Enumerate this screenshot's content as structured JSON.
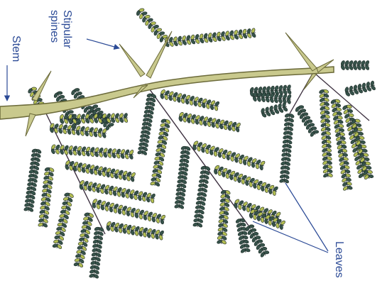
{
  "labels": {
    "stem": "Stem",
    "stipular_spines_line1": "Stipular",
    "stipular_spines_line2": "spines",
    "leaves": "Leaves"
  },
  "colors": {
    "stem_fill": "#c9c98d",
    "stem_edge": "#6b6a3a",
    "rachis": "#3c2f3f",
    "leaflet_dark": "#36524a",
    "leaflet_light": "#b3bd52",
    "leaflet_edge": "#1f2d28",
    "label": "#2b4a96"
  }
}
